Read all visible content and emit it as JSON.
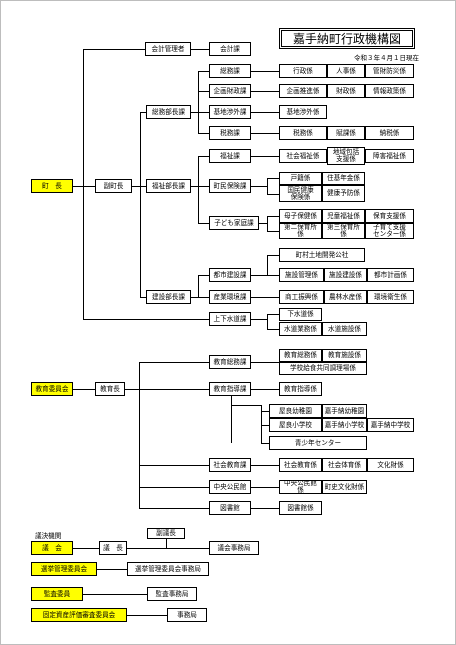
{
  "title": "嘉手納町行政機構図",
  "date": "令和３年４月１日現在",
  "mayor": "町　長",
  "deputy_mayor": "副町長",
  "accounting": {
    "manager": "会計管理者",
    "section": "会計課"
  },
  "general_affairs": {
    "dept": "総務部長課",
    "sections": [
      {
        "name": "総務課",
        "units": [
          "行政係",
          "人事係",
          "管財防災係"
        ]
      },
      {
        "name": "企画財政課",
        "units": [
          "企画推進係",
          "財政係",
          "情報政策係"
        ]
      },
      {
        "name": "基地渉外課",
        "units": [
          "基地渉外係"
        ]
      },
      {
        "name": "税務課",
        "units": [
          "税務係",
          "賦課係",
          "納税係"
        ]
      }
    ]
  },
  "welfare": {
    "dept": "福祉部長課",
    "sections": [
      {
        "name": "福祉課",
        "units": [
          "社会福祉係",
          "地域包括\n支援係",
          "障害福祉係"
        ]
      },
      {
        "name": "町民保険課",
        "units": [
          "戸籍係",
          "住基年金係",
          "国民健康\n保険係",
          "健康予防係"
        ]
      },
      {
        "name": "子ども家庭課",
        "units": [
          "母子保健係",
          "児童福祉係",
          "保育支援係",
          "第二保育所係",
          "第三保育所係",
          "子育て支援\nセンター係"
        ]
      }
    ]
  },
  "construction": {
    "dept": "建設部長課",
    "sections": [
      {
        "name": "都市建設課",
        "units": [
          "町村土地開発公社",
          "施設管理係",
          "施設建設係",
          "都市計画係"
        ]
      },
      {
        "name": "産業環境課",
        "units": [
          "商工振興係",
          "農林水産係",
          "環境衛生係"
        ]
      }
    ]
  },
  "sewer": {
    "name": "上下水道課",
    "units": [
      "下水道係",
      "水道業務係",
      "水道施設係"
    ]
  },
  "education": {
    "board": "教育委員会",
    "superintendent": "教育長",
    "sections": [
      {
        "name": "教育総務課",
        "units": [
          "教育総務係",
          "教育施設係",
          "学校給食共同調理場係"
        ]
      },
      {
        "name": "教育指導課",
        "units": [
          "教育指導係",
          "屋良幼稚園",
          "嘉手納幼稚園",
          "屋良小学校",
          "嘉手納小学校",
          "嘉手納中学校",
          "青少年センター"
        ]
      },
      {
        "name": "社会教育課",
        "units": [
          "社会教育係",
          "社会体育係",
          "文化財係"
        ]
      },
      {
        "name": "中央公民館",
        "units": [
          "中央公民館係",
          "町史文化財係"
        ]
      },
      {
        "name": "図書館",
        "units": [
          "図書館係"
        ]
      }
    ]
  },
  "council": {
    "label": "議決機関",
    "name": "議　会",
    "chair": "議　長",
    "vice_chair": "副議長",
    "secretariat": "議会事務局"
  },
  "election": {
    "name": "選挙管理委員会",
    "office": "選挙管理委員会事務局"
  },
  "audit": {
    "name": "監査委員",
    "office": "監査事務局"
  },
  "fixed_asset": {
    "name": "固定資産評価審査委員会",
    "office": "事務局"
  }
}
